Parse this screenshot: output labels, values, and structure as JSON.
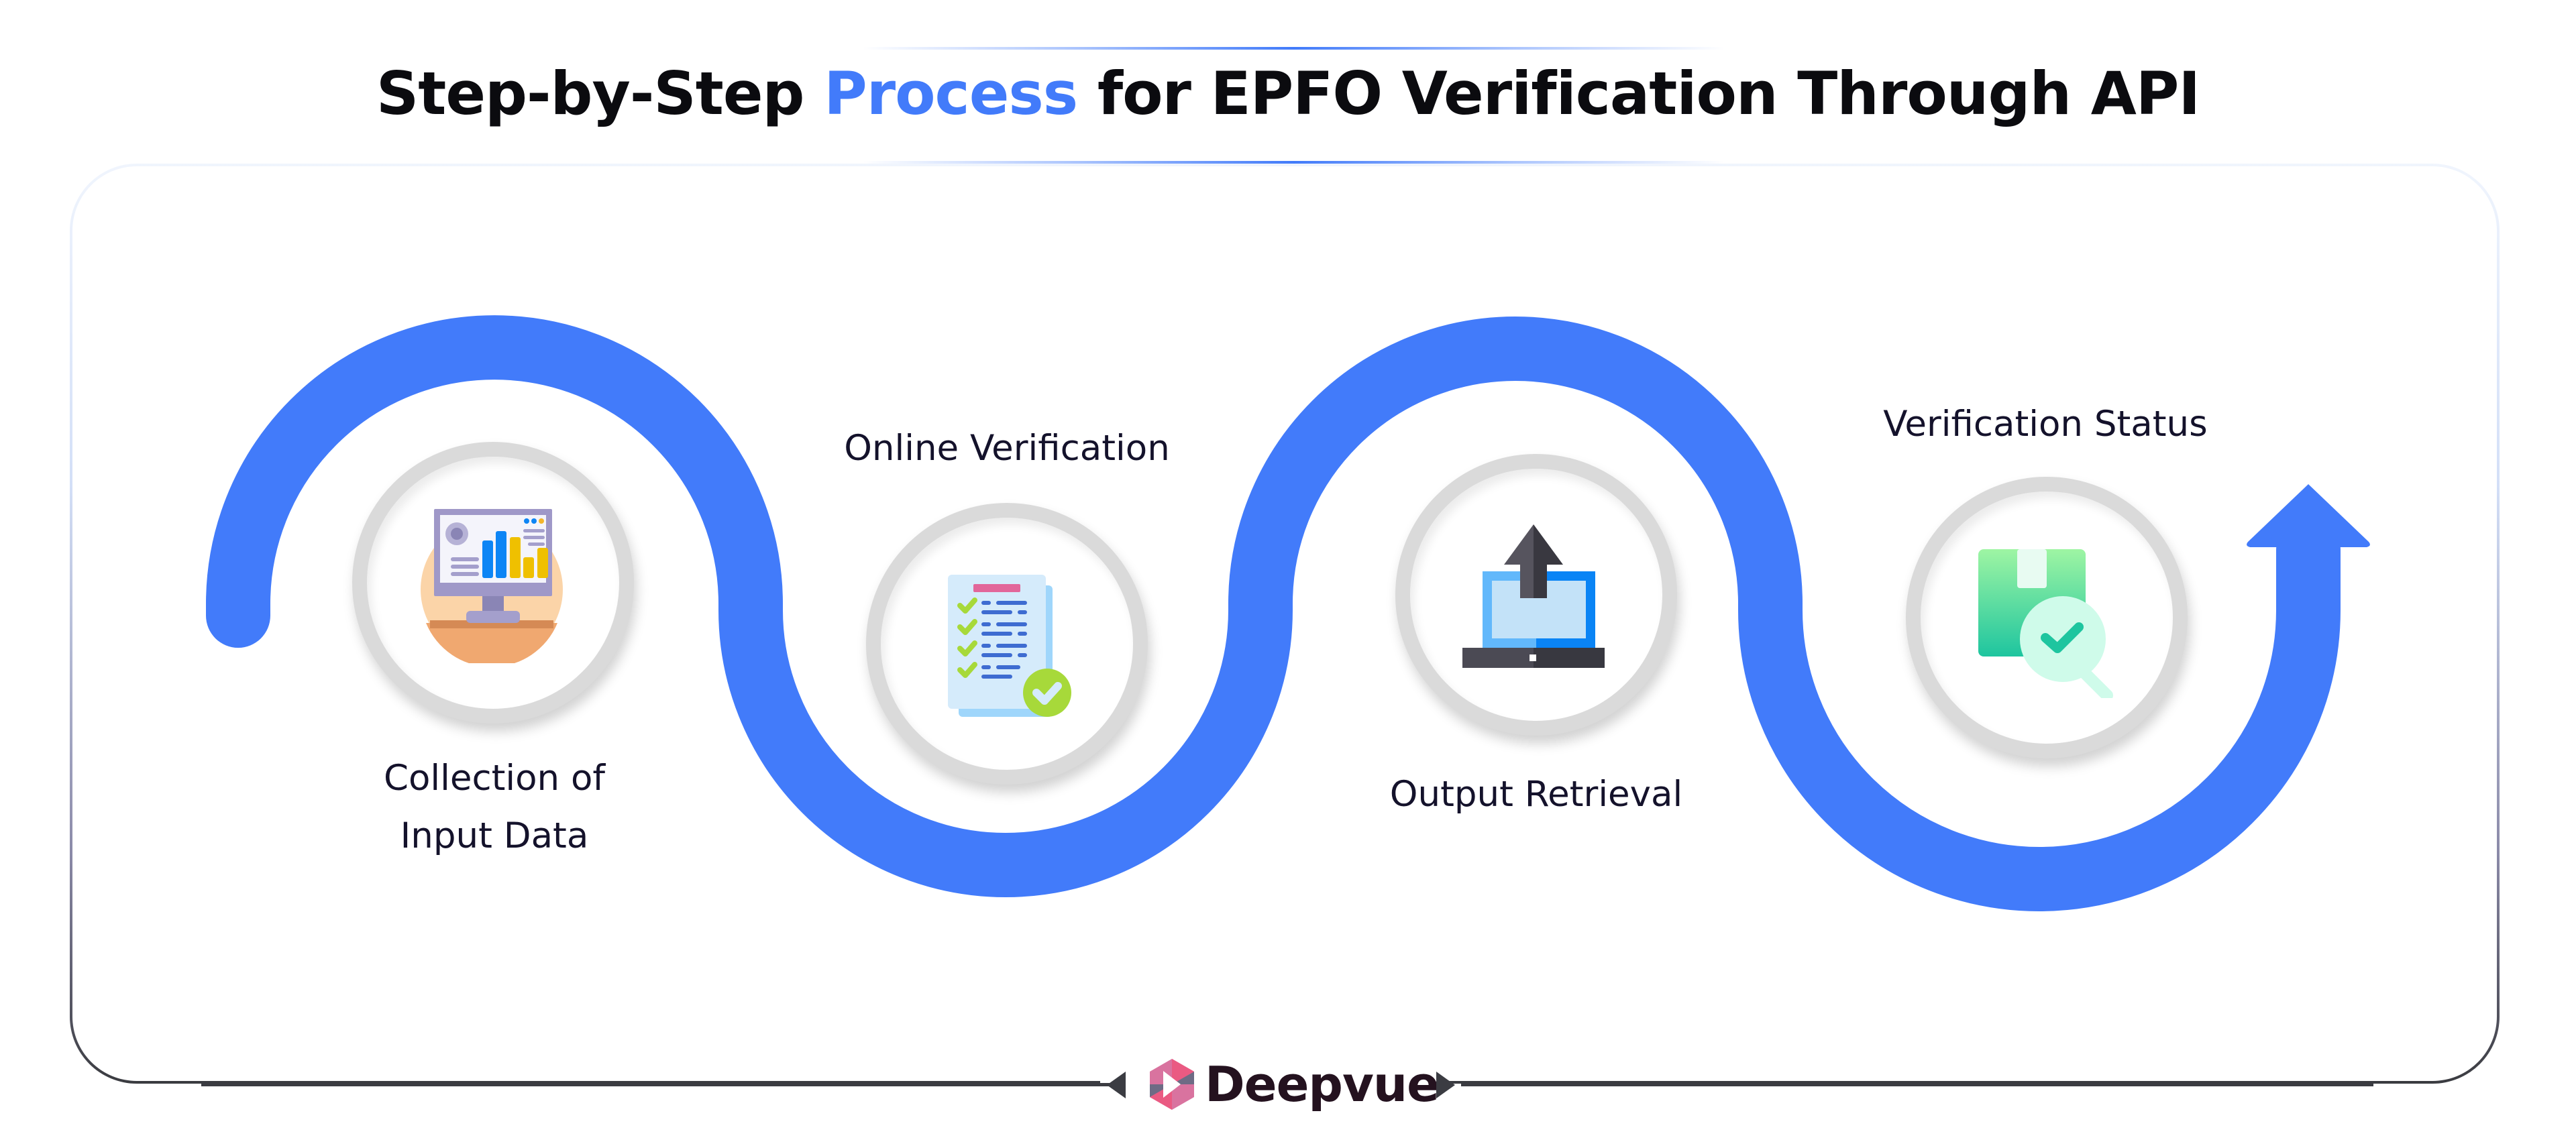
{
  "header": {
    "title_prefix": "Step-by-Step",
    "title_accent": "Process",
    "title_suffix": "for EPFO Verification Through API"
  },
  "colors": {
    "accent": "#427bfa",
    "wave": "#427bfa",
    "text": "#14122b",
    "circle_ring": "#dadada",
    "footer_rule": "#3b3c42",
    "brand_pink": "#e04f7c"
  },
  "steps": [
    {
      "label_line1": "Collection of",
      "label_line2": "Input Data",
      "icon": "monitor-chart-icon"
    },
    {
      "label_line1": "Online Verification",
      "icon": "checklist-document-icon"
    },
    {
      "label_line1": "Output Retrieval",
      "icon": "laptop-upload-icon"
    },
    {
      "label_line1": "Verification Status",
      "icon": "package-search-check-icon"
    }
  ],
  "footer": {
    "brand_name": "Deepvue",
    "brand_icon": "deepvue-hexagon-logo"
  }
}
